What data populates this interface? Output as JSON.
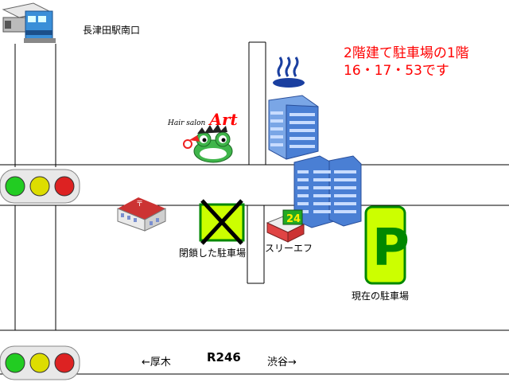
{
  "labels": {
    "station": "長津田駅南口",
    "note_line1": "2階建て駐車場の1階",
    "note_line2": "16・17・53です",
    "salon_small": "Hair salon",
    "salon_big": "Art",
    "closed_parking": "閉鎖した駐車場",
    "store_name": "スリーエフ",
    "store_sign": "24",
    "current_parking": "現在の駐車場",
    "parking_symbol": "P",
    "route": "R246",
    "dir_left": "←厚木",
    "dir_right": "渋谷→"
  },
  "icons": [
    "train-station-icon",
    "traffic-light-icon",
    "hot-spring-icon",
    "hair-salon-frog-icon",
    "post-office-icon",
    "office-building-icon",
    "convenience-store-icon",
    "closed-parking-icon",
    "parking-sign-icon"
  ],
  "colors": {
    "road_outline": "#000000",
    "note_text": "#ff0000",
    "parking_fill": "#ccff00",
    "parking_border": "#008800",
    "closed_cross": "#000000",
    "light_green": "#22cc22",
    "light_yellow": "#dddd00",
    "light_red": "#dd2222",
    "building_blue": "#4a7fd4",
    "salon_text": "#ff0000"
  }
}
